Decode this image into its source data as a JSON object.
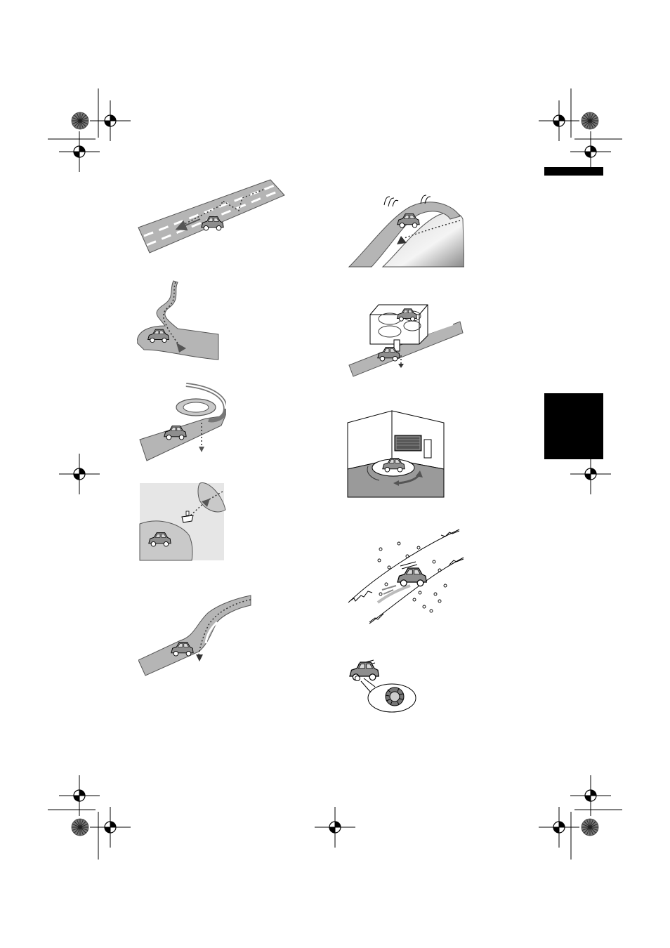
{
  "page": {
    "kind": "printed manual page",
    "printed_text": []
  },
  "colors": {
    "ink": "#000000",
    "road_gray": "#a9a9a9",
    "car_gray": "#8e8e8e",
    "paper": "#ffffff",
    "panel_gray": "#e6e6e6",
    "floor_gray": "#9a9a9a"
  },
  "registration_marks": {
    "icons": [
      "crosshair-icon",
      "color-wheel-icon"
    ]
  },
  "illustrations": {
    "left_column": [
      "multi-lane-road-illustration",
      "winding-road-illustration",
      "spiral-ramp-illustration",
      "ferry-crossing-illustration",
      "forked-road-illustration"
    ],
    "right_column": [
      "mountain-road-illustration",
      "parking-structure-illustration",
      "turntable-garage-illustration",
      "snowy-road-illustration",
      "tire-chain-illustration"
    ]
  }
}
